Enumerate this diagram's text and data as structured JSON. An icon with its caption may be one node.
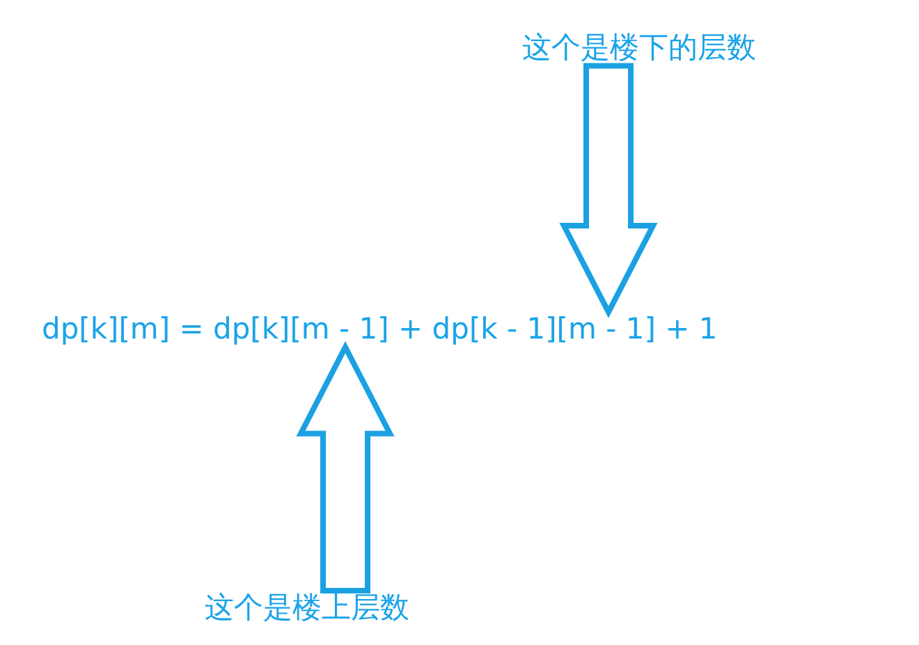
{
  "diagram": {
    "nodes": [
      {
        "text": [
          "这个是楼下的层数"
        ]
      },
      {
        "text": [
          "dp[k][m] = dp[k][m - 1] + dp[k - 1][m - 1] + 1"
        ]
      },
      {
        "text": [
          "这个是楼上层数"
        ]
      }
    ],
    "edges": [
      {
        "from": 0,
        "to": 1,
        "arrow": "to"
      },
      {
        "from": 2,
        "to": 1,
        "arrow": "to"
      }
    ]
  }
}
